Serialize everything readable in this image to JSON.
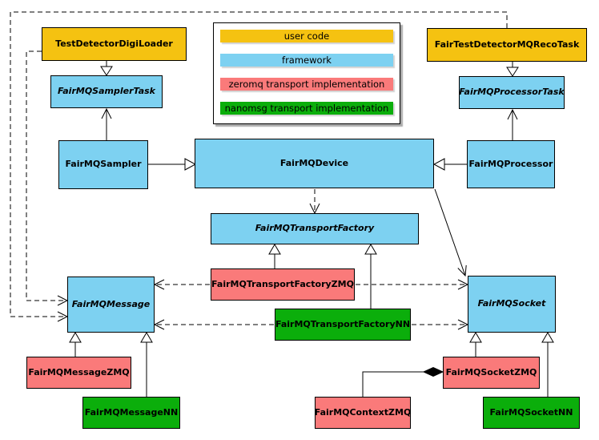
{
  "nodes": {
    "test_detector_digi_loader": {
      "label": "TestDetectorDigiLoader",
      "category": "user code"
    },
    "fair_test_detector_mq_reco_task": {
      "label": "FairTestDetectorMQRecoTask",
      "category": "user code"
    },
    "fairmq_sampler_task": {
      "label": "FairMQSamplerTask",
      "category": "framework",
      "abstract": true
    },
    "fairmq_processor_task": {
      "label": "FairMQProcessorTask",
      "category": "framework",
      "abstract": true
    },
    "fairmq_sampler": {
      "label": "FairMQSampler",
      "category": "framework"
    },
    "fairmq_device": {
      "label": "FairMQDevice",
      "category": "framework"
    },
    "fairmq_processor": {
      "label": "FairMQProcessor",
      "category": "framework"
    },
    "fairmq_transport_factory": {
      "label": "FairMQTransportFactory",
      "category": "framework",
      "abstract": true
    },
    "fairmq_transport_factory_zmq": {
      "label": "FairMQTransportFactoryZMQ",
      "category": "zeromq transport implementation"
    },
    "fairmq_transport_factory_nn": {
      "label": "FairMQTransportFactoryNN",
      "category": "nanomsg transport implementation"
    },
    "fairmq_message": {
      "label": "FairMQMessage",
      "category": "framework",
      "abstract": true
    },
    "fairmq_socket": {
      "label": "FairMQSocket",
      "category": "framework",
      "abstract": true
    },
    "fairmq_message_zmq": {
      "label": "FairMQMessageZMQ",
      "category": "zeromq transport implementation"
    },
    "fairmq_message_nn": {
      "label": "FairMQMessageNN",
      "category": "nanomsg transport implementation"
    },
    "fairmq_context_zmq": {
      "label": "FairMQContextZMQ",
      "category": "zeromq transport implementation"
    },
    "fairmq_socket_zmq": {
      "label": "FairMQSocketZMQ",
      "category": "zeromq transport implementation"
    },
    "fairmq_socket_nn": {
      "label": "FairMQSocketNN",
      "category": "nanomsg transport implementation"
    }
  },
  "legend": {
    "items": [
      {
        "label": "user code",
        "color": "#F5C211"
      },
      {
        "label": "framework",
        "color": "#7DD1F1"
      },
      {
        "label": "zeromq transport implementation",
        "color": "#FA7A7A"
      },
      {
        "label": "nanomsg transport implementation",
        "color": "#0BAE0B"
      }
    ]
  },
  "colors": {
    "user_code": "#F5C211",
    "framework": "#7DD1F1",
    "zeromq": "#FA7A7A",
    "nanomsg": "#0BAE0B",
    "border": "#000000",
    "background": "#FFFFFF"
  },
  "relations": [
    {
      "from": "TestDetectorDigiLoader",
      "to": "FairMQSamplerTask",
      "type": "inheritance"
    },
    {
      "from": "FairTestDetectorMQRecoTask",
      "to": "FairMQProcessorTask",
      "type": "inheritance"
    },
    {
      "from": "FairMQSampler",
      "to": "FairMQDevice",
      "type": "inheritance"
    },
    {
      "from": "FairMQProcessor",
      "to": "FairMQDevice",
      "type": "inheritance"
    },
    {
      "from": "FairMQSampler",
      "to": "FairMQSamplerTask",
      "type": "association"
    },
    {
      "from": "FairMQProcessor",
      "to": "FairMQProcessorTask",
      "type": "association"
    },
    {
      "from": "FairMQDevice",
      "to": "FairMQTransportFactory",
      "type": "dependency"
    },
    {
      "from": "FairMQDevice",
      "to": "FairMQSocket",
      "type": "association"
    },
    {
      "from": "FairMQTransportFactoryZMQ",
      "to": "FairMQTransportFactory",
      "type": "inheritance"
    },
    {
      "from": "FairMQTransportFactoryNN",
      "to": "FairMQTransportFactory",
      "type": "inheritance"
    },
    {
      "from": "FairMQTransportFactoryZMQ",
      "to": "FairMQMessage",
      "type": "dependency"
    },
    {
      "from": "FairMQTransportFactoryZMQ",
      "to": "FairMQSocket",
      "type": "dependency"
    },
    {
      "from": "FairMQTransportFactoryNN",
      "to": "FairMQMessage",
      "type": "dependency"
    },
    {
      "from": "FairMQTransportFactoryNN",
      "to": "FairMQSocket",
      "type": "dependency"
    },
    {
      "from": "TestDetectorDigiLoader",
      "to": "FairMQMessage",
      "type": "dependency"
    },
    {
      "from": "FairTestDetectorMQRecoTask",
      "to": "FairMQMessage",
      "type": "dependency"
    },
    {
      "from": "FairMQMessageZMQ",
      "to": "FairMQMessage",
      "type": "inheritance"
    },
    {
      "from": "FairMQMessageNN",
      "to": "FairMQMessage",
      "type": "inheritance"
    },
    {
      "from": "FairMQSocketZMQ",
      "to": "FairMQSocket",
      "type": "inheritance"
    },
    {
      "from": "FairMQSocketNN",
      "to": "FairMQSocket",
      "type": "inheritance"
    },
    {
      "from": "FairMQSocketZMQ",
      "to": "FairMQContextZMQ",
      "type": "composition"
    }
  ]
}
